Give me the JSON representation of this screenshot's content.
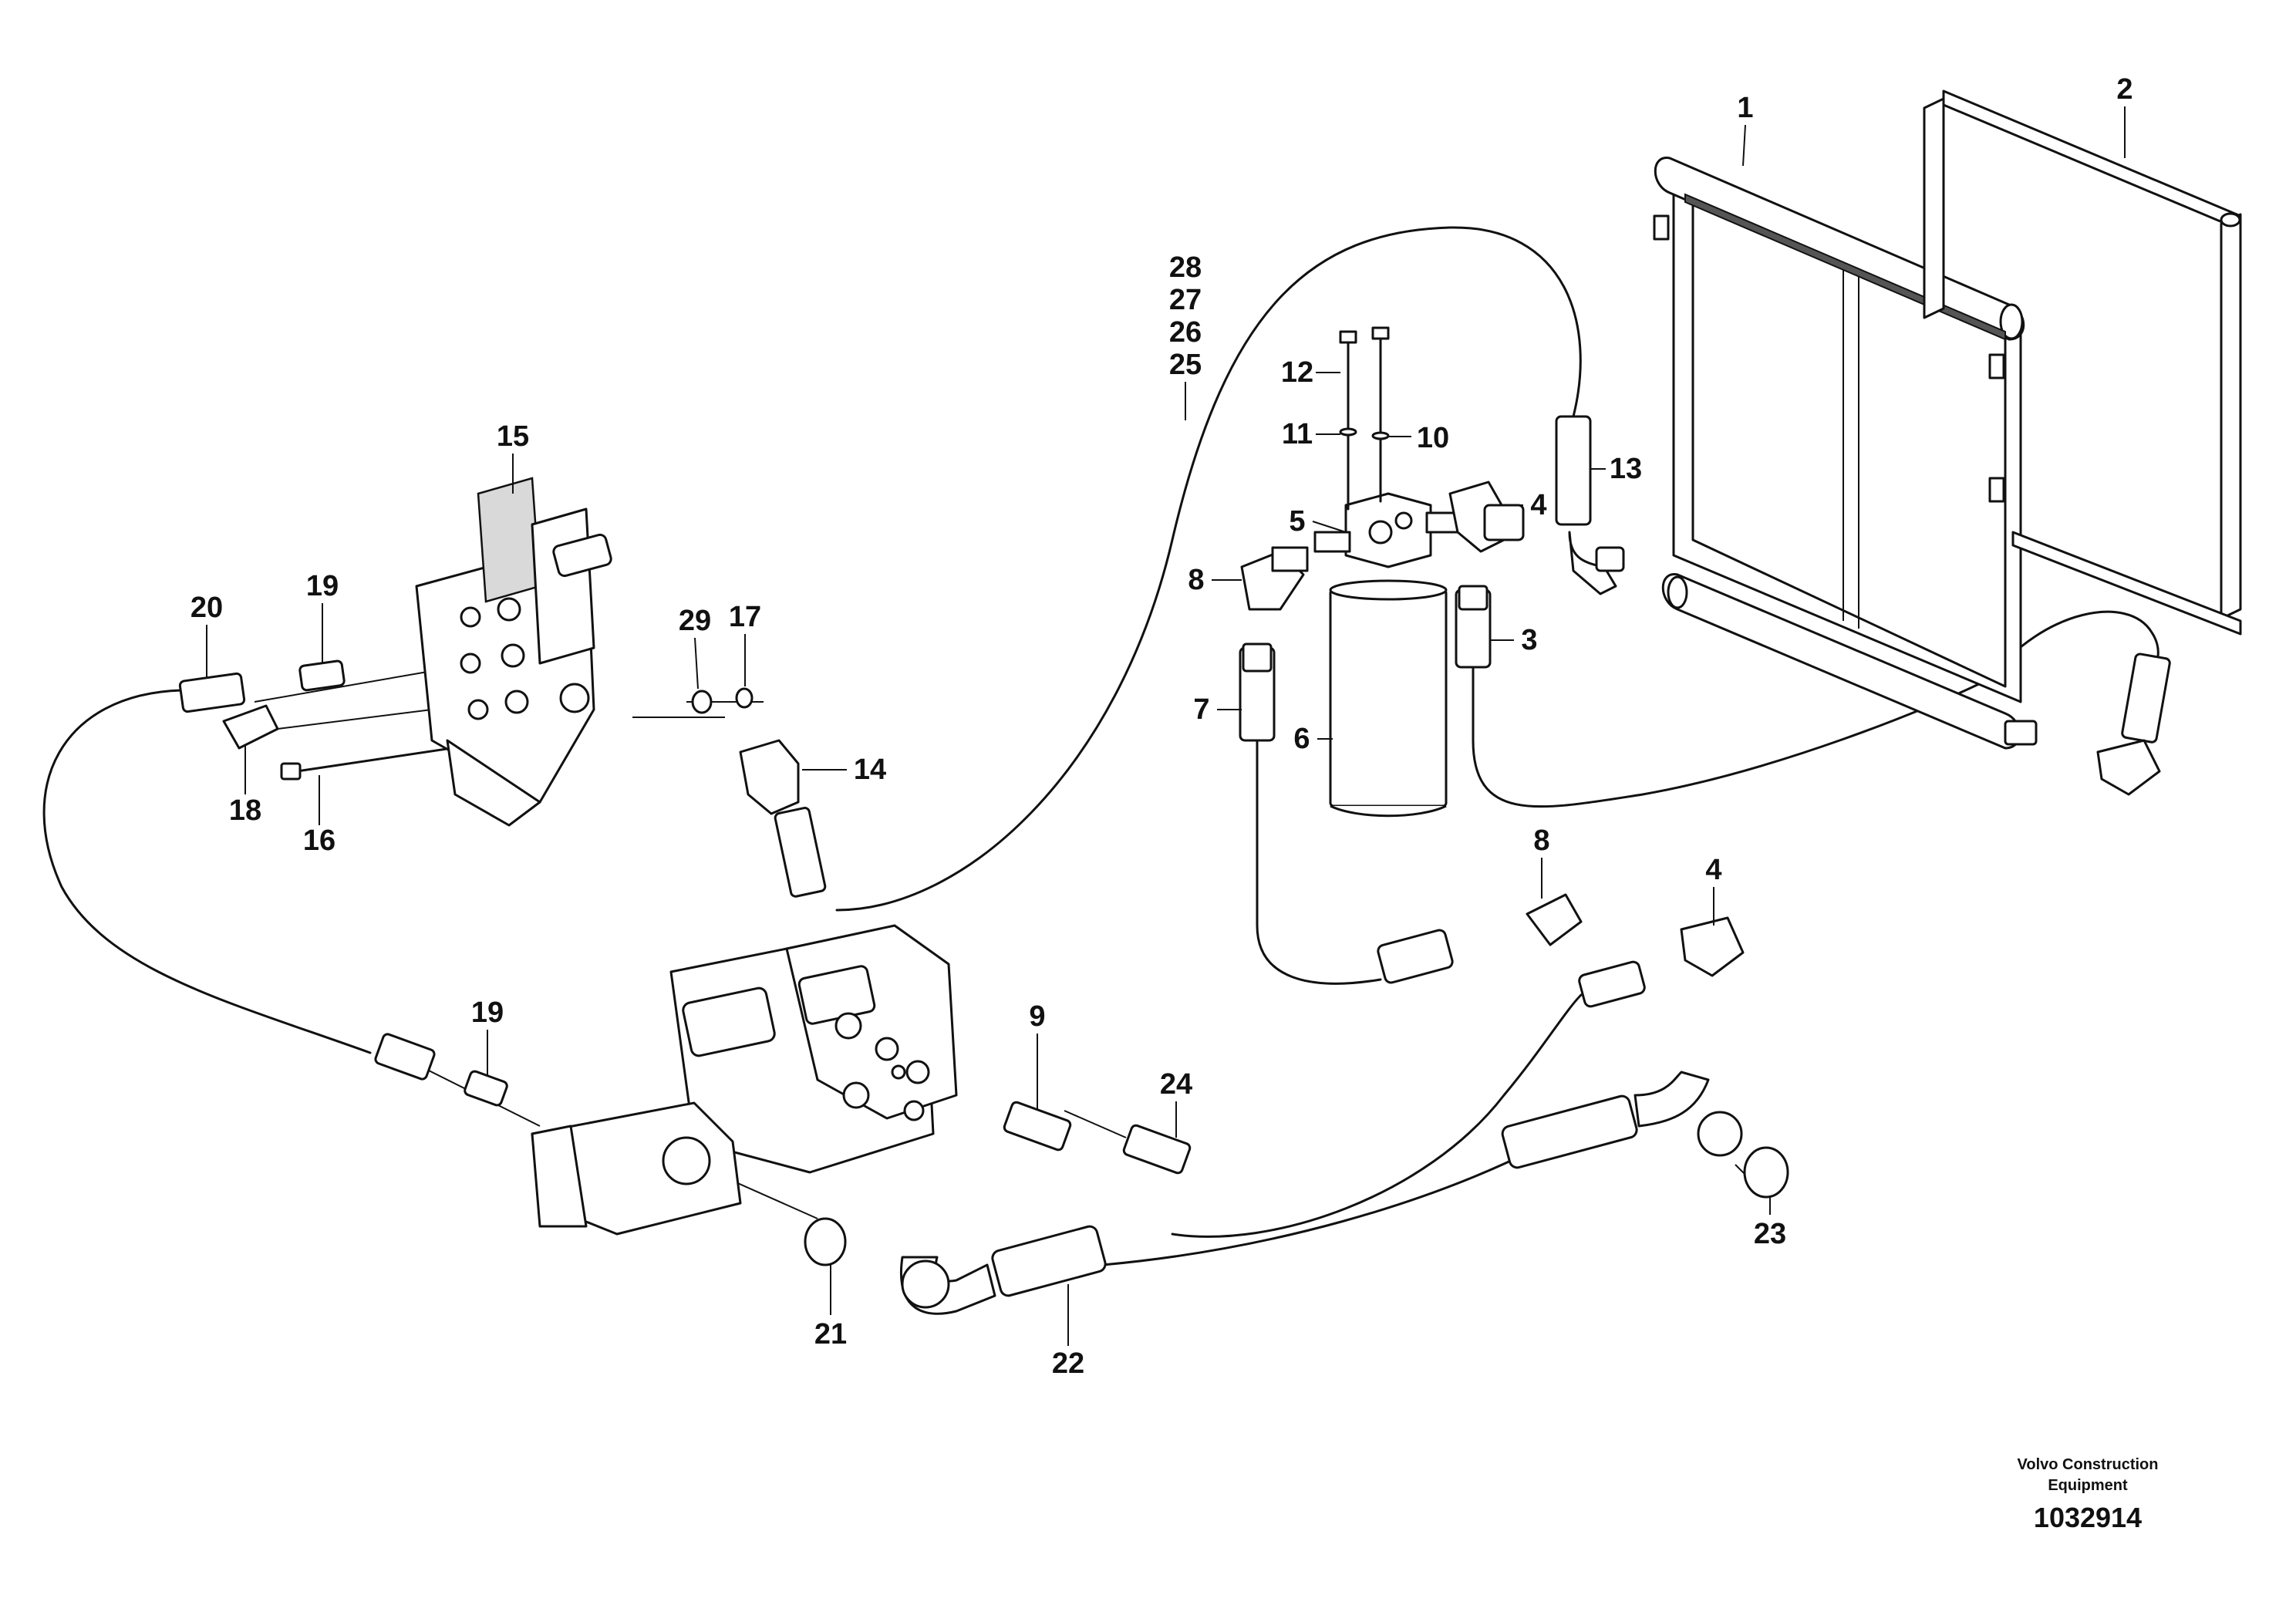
{
  "labels": [
    "1",
    "2",
    "3",
    "4",
    "4",
    "5",
    "6",
    "7",
    "8",
    "8",
    "9",
    "10",
    "11",
    "12",
    "13",
    "14",
    "15",
    "16",
    "17",
    "18",
    "19",
    "19",
    "20",
    "21",
    "22",
    "23",
    "24",
    "25",
    "26",
    "27",
    "28",
    "29"
  ],
  "credit": {
    "line1": "Volvo Construction",
    "line2": "Equipment",
    "number": "1032914"
  }
}
